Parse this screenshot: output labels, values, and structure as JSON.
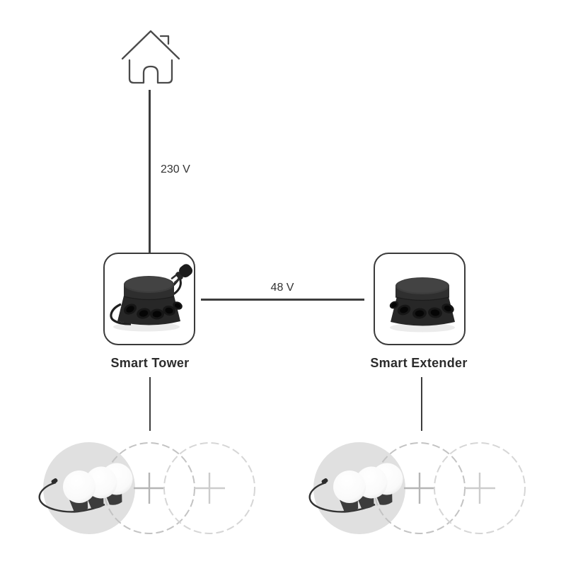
{
  "diagram": {
    "house": {
      "icon": "house-icon"
    },
    "mains": {
      "voltage_label": "230 V"
    },
    "link": {
      "voltage_label": "48 V"
    },
    "devices": [
      {
        "name": "Smart Tower",
        "image": "smart-tower-photo",
        "description": "black low-voltage tower with sockets and mains plug"
      },
      {
        "name": "Smart Extender",
        "image": "smart-extender-photo",
        "description": "black low-voltage extender with sockets"
      }
    ],
    "light_groups": [
      {
        "owner": "Smart Tower",
        "connected_item": "string of 3 globe lights",
        "empty_slots": 2,
        "slot_icon": "plus-icon"
      },
      {
        "owner": "Smart Extender",
        "connected_item": "string of 3 globe lights",
        "empty_slots": 2,
        "slot_icon": "plus-icon"
      }
    ]
  },
  "icons": {
    "house": "house-icon",
    "plus": "plus-icon"
  },
  "colors": {
    "line-color": "#3d3d3d",
    "label-color": "#2b2b2b",
    "text-color": "#333333",
    "border-color": "#3a3a3a",
    "filled-circle": "#e0e0e0",
    "dash-circle-1": "#c3c3c3",
    "dash-circle-2": "#d6d6d6",
    "plus-1": "#b5b5b5",
    "plus-2": "#cccccc",
    "device-body": "#2a2a2a"
  }
}
